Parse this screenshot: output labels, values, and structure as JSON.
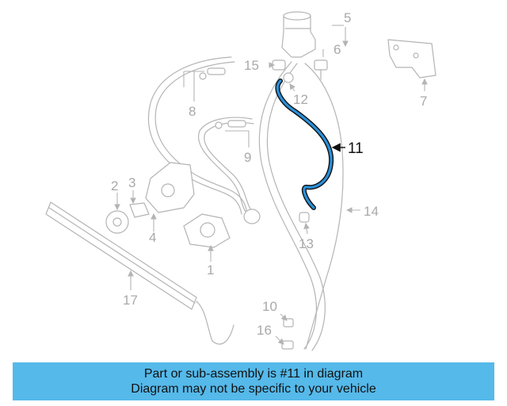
{
  "diagram": {
    "callouts": [
      "1",
      "2",
      "3",
      "4",
      "5",
      "6",
      "7",
      "8",
      "9",
      "10",
      "11",
      "12",
      "13",
      "14",
      "15",
      "16",
      "17"
    ],
    "highlight_callout": "11",
    "highlight_color": "#2a8fd8"
  },
  "banner": {
    "line1": "Part or sub-assembly is #11 in diagram",
    "line2": "Diagram may not be specific to your vehicle",
    "color": "#55b9ea"
  }
}
